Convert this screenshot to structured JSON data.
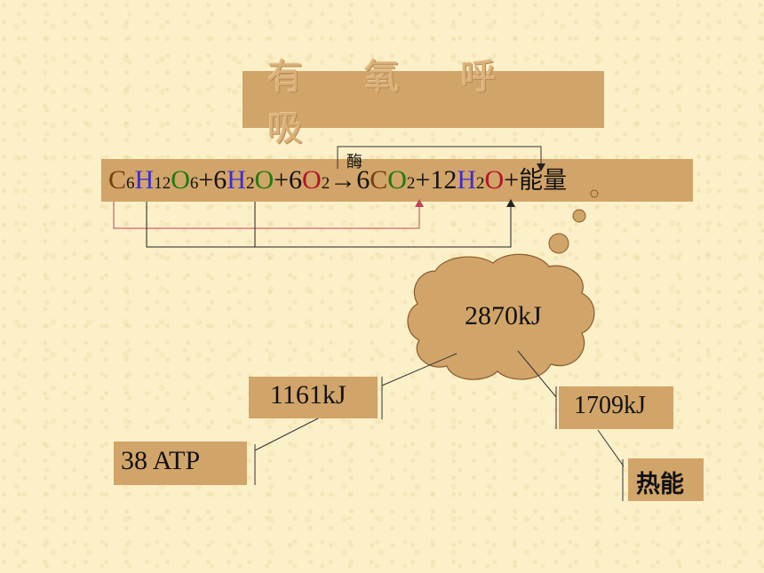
{
  "title": "有 氧 呼 吸",
  "enzyme_label": "酶",
  "equation": {
    "parts": [
      {
        "text": "C",
        "color": "#7a3f10"
      },
      {
        "text": "6",
        "sub": true
      },
      {
        "text": "H",
        "color": "#3d2bd6"
      },
      {
        "text": "12",
        "sub": true
      },
      {
        "text": "O",
        "color": "#1e7a12"
      },
      {
        "text": "6",
        "sub": true
      },
      {
        "text": "+6"
      },
      {
        "text": "H",
        "color": "#3d2bd6"
      },
      {
        "text": "2",
        "sub": true
      },
      {
        "text": "O",
        "color": "#1e7a12"
      },
      {
        "text": "+6"
      },
      {
        "text": "O",
        "color": "#b5112a"
      },
      {
        "text": "2",
        "sub": true
      },
      {
        "text": "→6"
      },
      {
        "text": "C",
        "color": "#7a3f10"
      },
      {
        "text": "O",
        "color": "#1e7a12"
      },
      {
        "text": "2",
        "sub": true
      },
      {
        "text": "+12"
      },
      {
        "text": "H",
        "color": "#3d2bd6"
      },
      {
        "text": "2",
        "sub": true
      },
      {
        "text": "O",
        "color": "#b5112a"
      },
      {
        "text": "+"
      },
      {
        "text": "能量",
        "cn": true
      }
    ]
  },
  "total_energy": "2870kJ",
  "atp_energy": "1161kJ",
  "atp_count": "38 ATP",
  "heat_energy": "1709kJ",
  "heat_label": "热能",
  "colors": {
    "box": "#d1a469",
    "background": "#fbf0c8",
    "cloud_fill": "#d1a469",
    "cloud_stroke": "#8a5a2a",
    "red_arrow": "#c0445a"
  }
}
